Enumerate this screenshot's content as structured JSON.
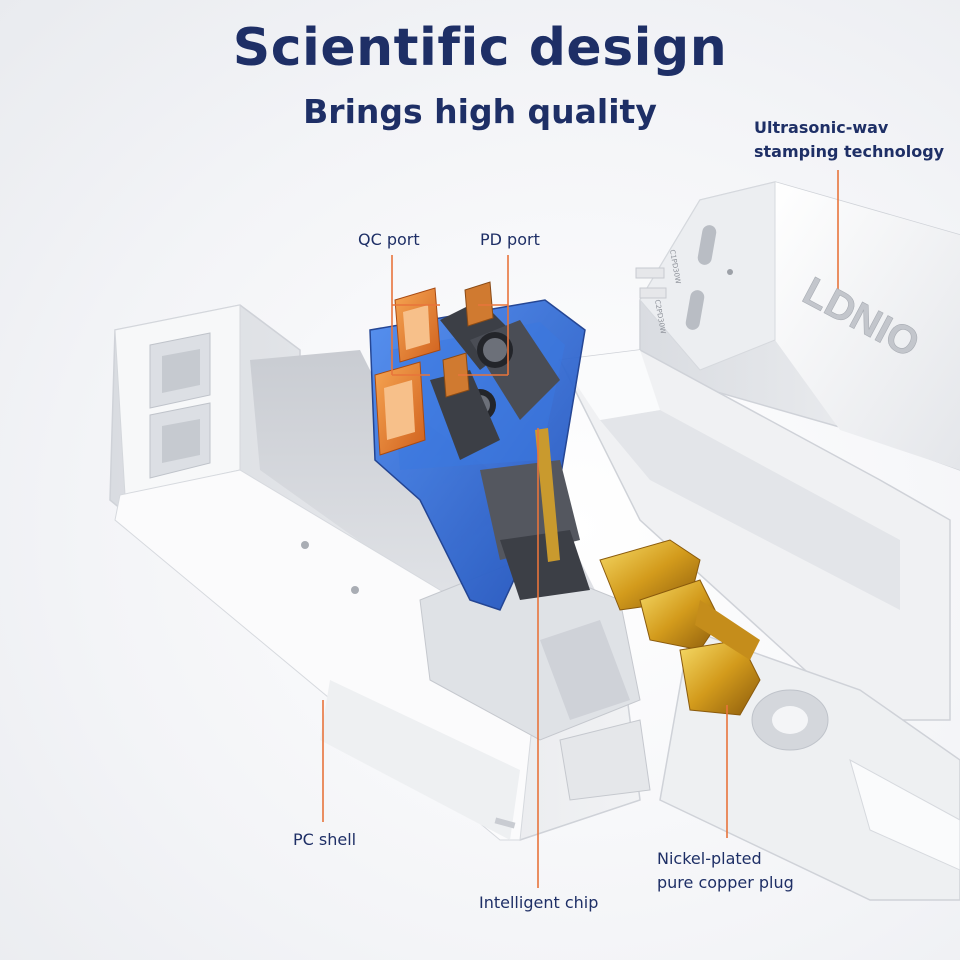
{
  "header": {
    "title": "Scientific design",
    "subtitle": "Brings high quality"
  },
  "callouts": {
    "ultrasonic_line1": "Ultrasonic-wav",
    "ultrasonic_line2": "stamping technology",
    "qc_port": "QC port",
    "pd_port": "PD port",
    "pc_shell": "PC shell",
    "intelligent_chip": "Intelligent chip",
    "copper_line1": "Nickel-plated",
    "copper_line2": "pure copper plug"
  },
  "product": {
    "brand_logo": "LDNIO",
    "port_label_1": "C1PD30W",
    "port_label_2": "C2PD30W"
  },
  "colors": {
    "title": "#1e2f66",
    "leader_line": "#e8743b",
    "qc_port": "#e8883a",
    "pcb": "#2f6fd6",
    "copper": "#d8a622",
    "shell": "#f4f5f7"
  }
}
